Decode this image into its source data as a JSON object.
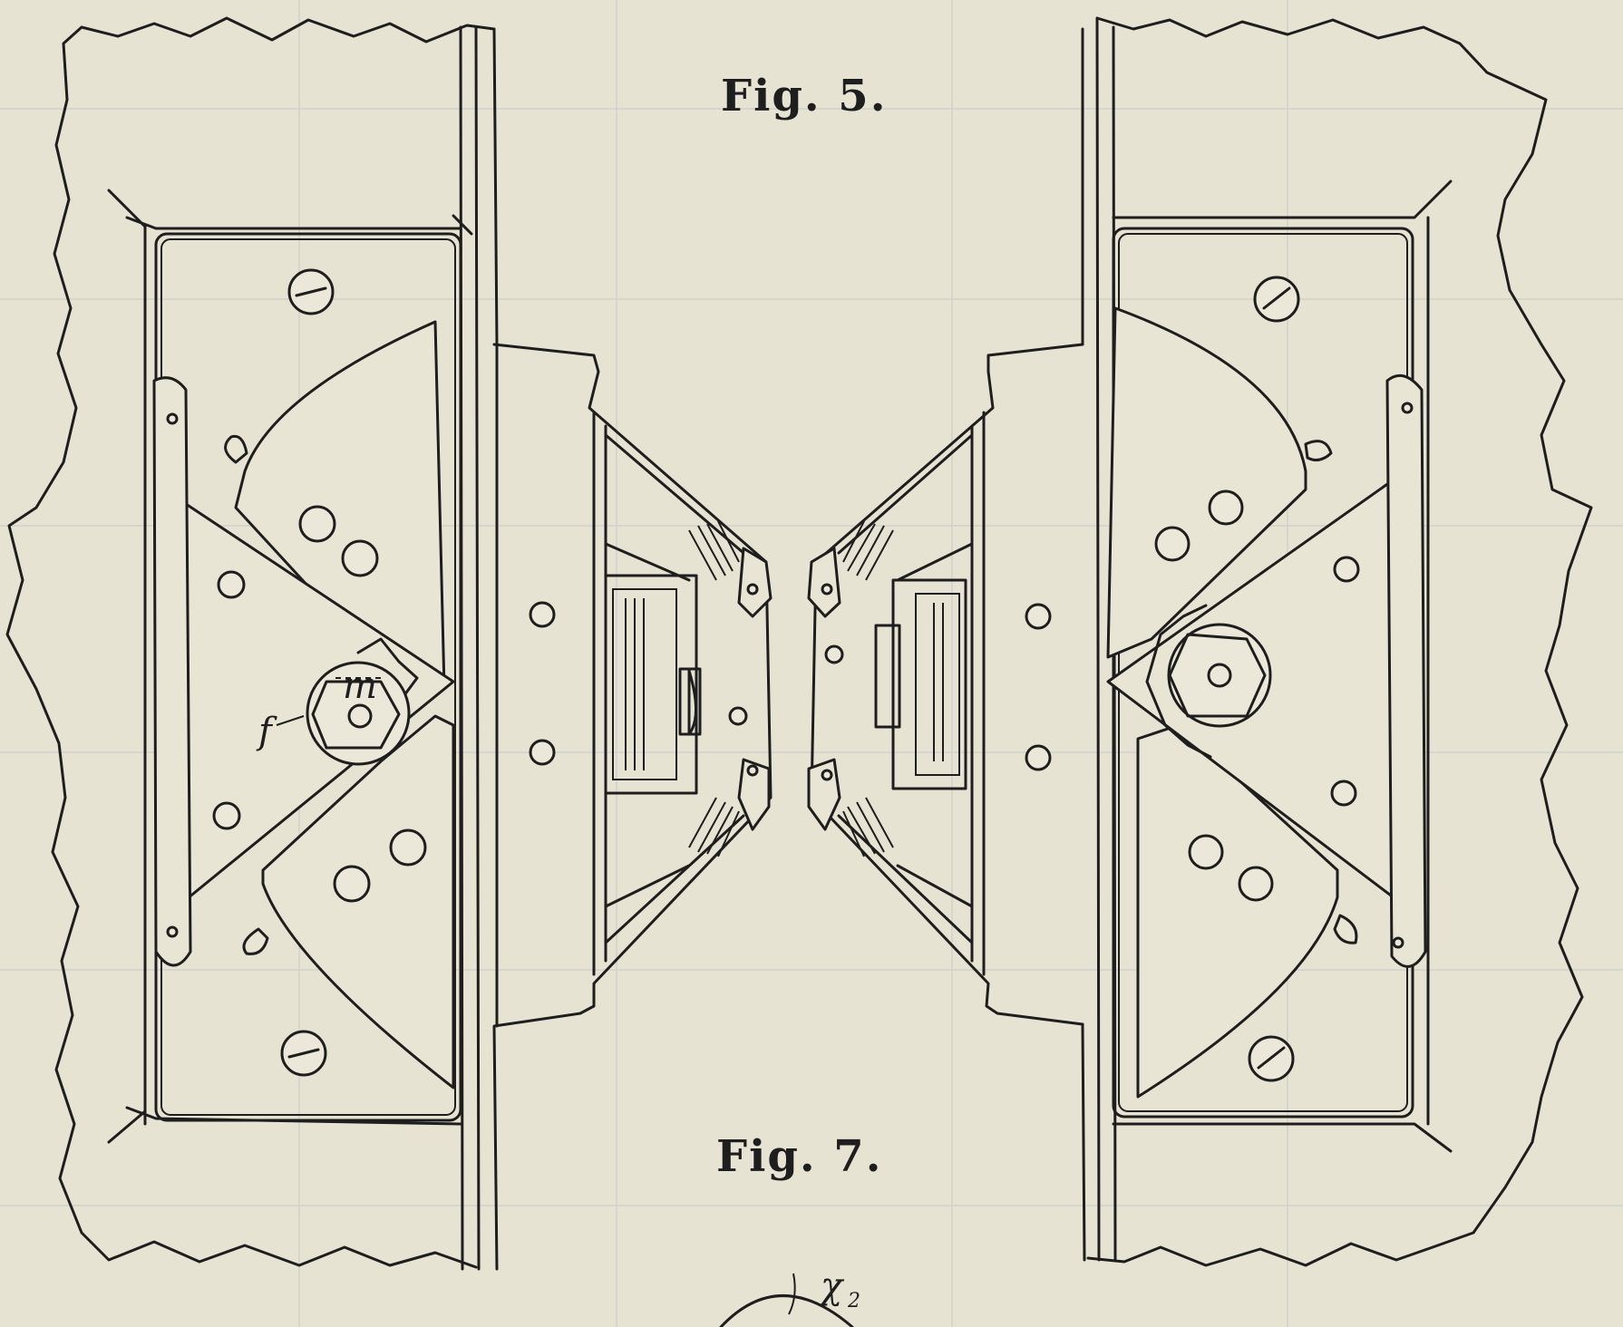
{
  "figures": {
    "top_caption": "Fig. 5.",
    "bottom_caption": "Fig. 7."
  },
  "labels": {
    "f": "f",
    "m": "m",
    "chi2": "χ",
    "chi2_sub": "2"
  },
  "colors": {
    "paper": "#e7e3d3",
    "ink": "#1e1e1e",
    "grid": "#cfd3cc"
  }
}
